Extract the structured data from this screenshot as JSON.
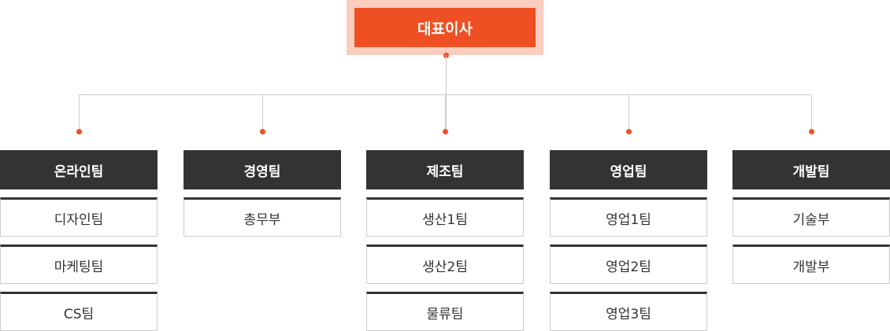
{
  "ceo": "대표이사",
  "teams": [
    {
      "name": "온라인팀",
      "subs": [
        "디자인팀",
        "마케팅팀",
        "CS팀"
      ]
    },
    {
      "name": "경영팀",
      "subs": [
        "총무부"
      ]
    },
    {
      "name": "제조팀",
      "subs": [
        "생산1팀",
        "생산2팀",
        "물류팀"
      ]
    },
    {
      "name": "영업팀",
      "subs": [
        "영업1팀",
        "영업2팀",
        "영업3팀"
      ]
    },
    {
      "name": "개발팀",
      "subs": [
        "기술부",
        "개발부"
      ]
    }
  ],
  "colors": {
    "accent": "#ef5023",
    "dark": "#333333",
    "line": "#cccccc"
  }
}
